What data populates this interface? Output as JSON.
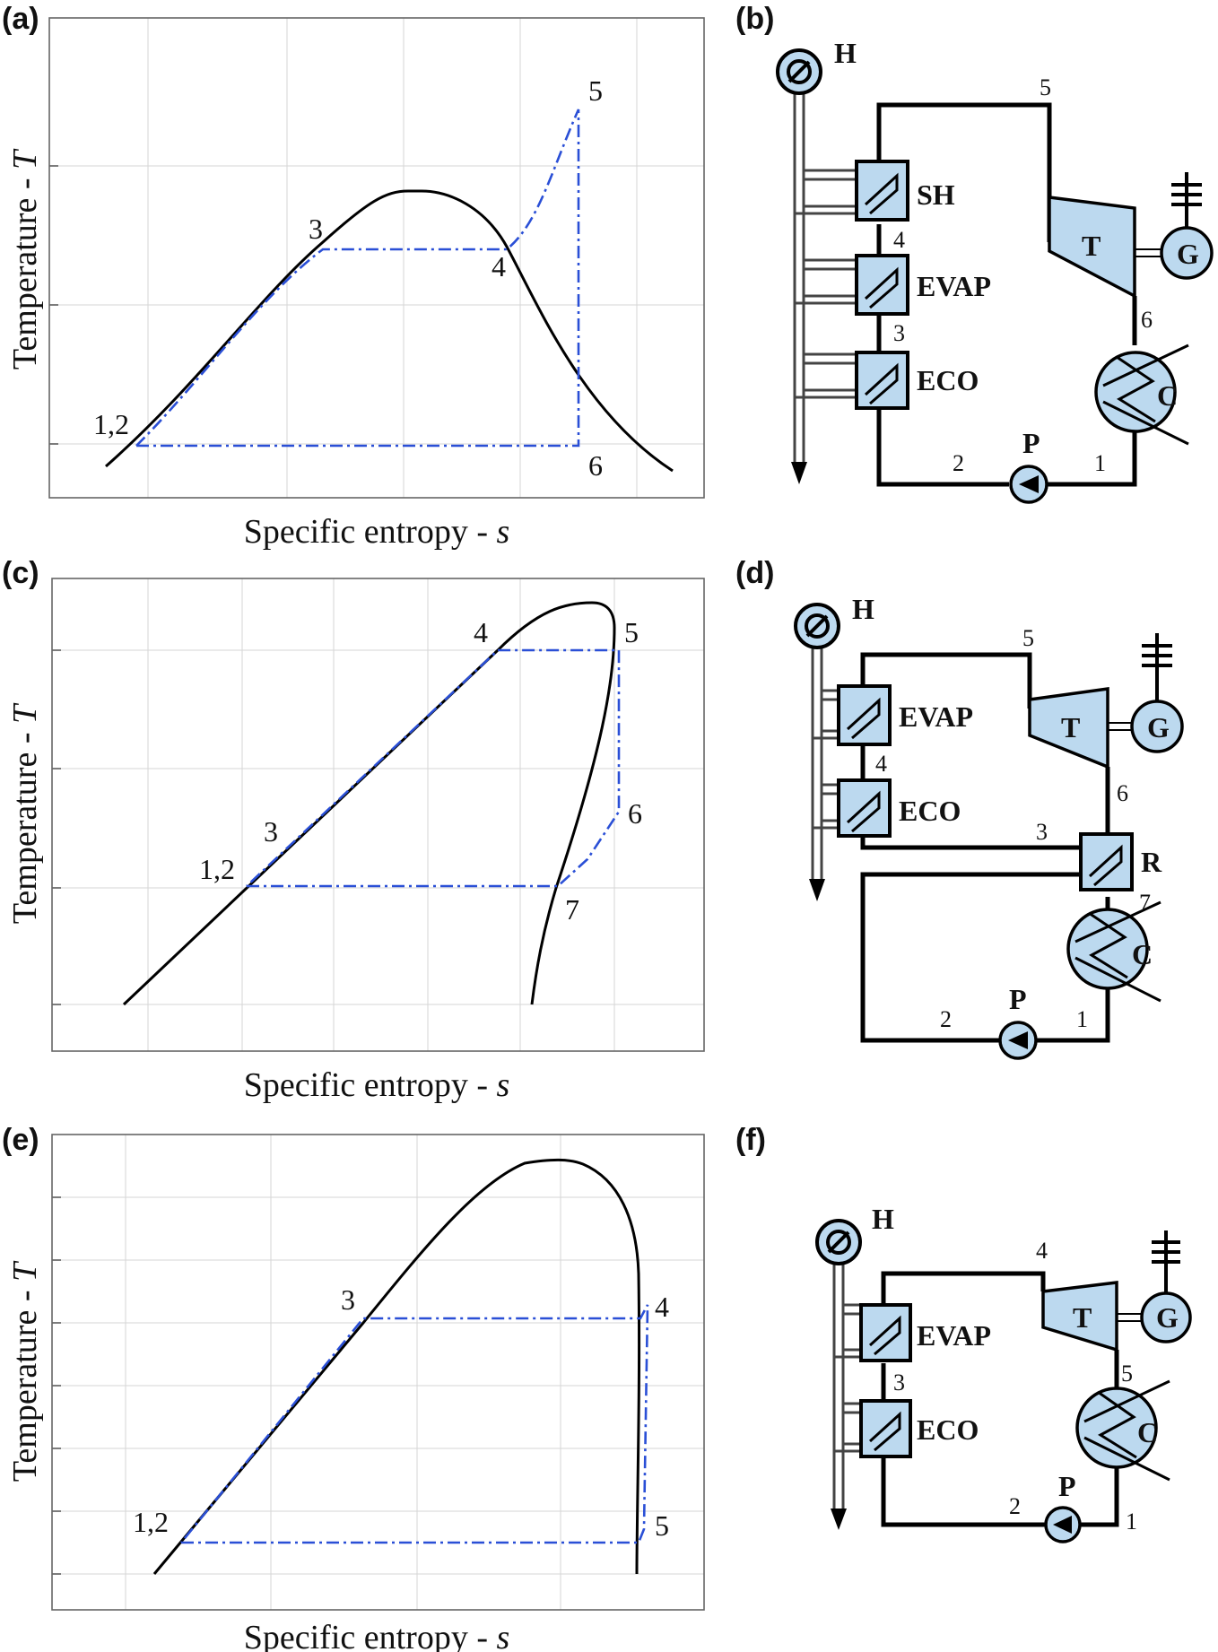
{
  "colors": {
    "dome": "#000000",
    "cycle": "#2a4fd6",
    "component_fill": "#bcd9ef",
    "pipe": "#000000"
  },
  "icons": [
    "heat-source-icon",
    "heat-exchanger-icon",
    "turbine-icon",
    "generator-icon",
    "condenser-icon",
    "pump-icon",
    "ground-symbol-icon"
  ],
  "panels": {
    "a": {
      "label": "(a)",
      "xlabel_text": "Specific entropy - ",
      "xlabel_var": "s",
      "ylabel_text": "Temperature - ",
      "ylabel_var": "T",
      "points": {
        "p12": "1,2",
        "p3": "3",
        "p4": "4",
        "p5": "5",
        "p6": "6"
      }
    },
    "b": {
      "label": "(b)",
      "heat_source": "H",
      "components": {
        "sh": "SH",
        "evap": "EVAP",
        "eco": "ECO",
        "turbine": "T",
        "generator": "G",
        "condenser": "C",
        "pump": "P"
      },
      "states": {
        "s1": "1",
        "s2": "2",
        "s3": "3",
        "s4": "4",
        "s5": "5",
        "s6": "6"
      }
    },
    "c": {
      "label": "(c)",
      "xlabel_text": "Specific entropy - ",
      "xlabel_var": "s",
      "ylabel_text": "Temperature - ",
      "ylabel_var": "T",
      "points": {
        "p12": "1,2",
        "p3": "3",
        "p4": "4",
        "p5": "5",
        "p6": "6",
        "p7": "7"
      }
    },
    "d": {
      "label": "(d)",
      "heat_source": "H",
      "components": {
        "evap": "EVAP",
        "eco": "ECO",
        "turbine": "T",
        "generator": "G",
        "recuperator": "R",
        "condenser": "C",
        "pump": "P"
      },
      "states": {
        "s1": "1",
        "s2": "2",
        "s3": "3",
        "s4": "4",
        "s5": "5",
        "s6": "6",
        "s7": "7"
      }
    },
    "e": {
      "label": "(e)",
      "xlabel_text": "Specific entropy - ",
      "xlabel_var": "s",
      "ylabel_text": "Temperature - ",
      "ylabel_var": "T",
      "points": {
        "p12": "1,2",
        "p3": "3",
        "p4": "4",
        "p5": "5"
      }
    },
    "f": {
      "label": "(f)",
      "heat_source": "H",
      "components": {
        "evap": "EVAP",
        "eco": "ECO",
        "turbine": "T",
        "generator": "G",
        "condenser": "C",
        "pump": "P"
      },
      "states": {
        "s1": "1",
        "s2": "2",
        "s3": "3",
        "s4": "4",
        "s5": "5"
      }
    }
  }
}
